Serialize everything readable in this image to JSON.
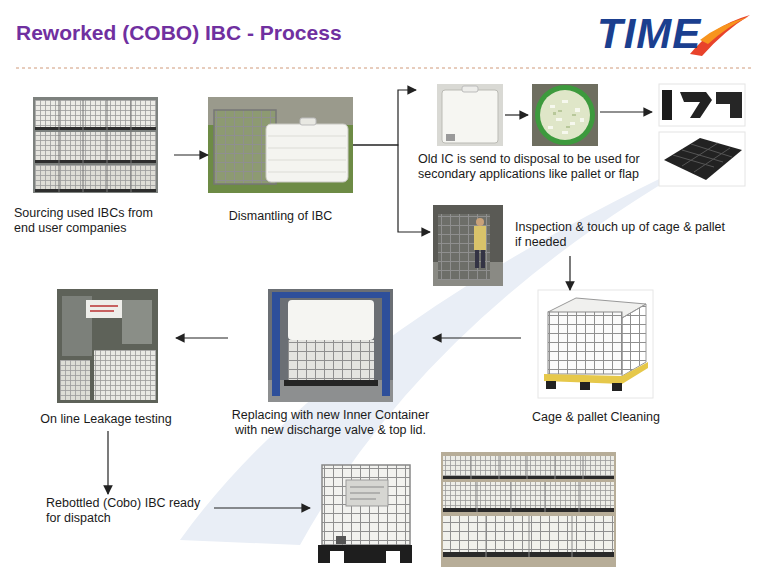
{
  "diagram": {
    "title": "Reworked (COBO) IBC - Process",
    "nodes": [
      {
        "text": [
          "Sourcing used IBCs from end user companies"
        ]
      },
      {
        "text": [
          "Dismantling of IBC"
        ]
      },
      {
        "text": [
          "Old IC is send to disposal to be used for secondary applications like pallet or flap"
        ]
      },
      {
        "text": [
          "Inspection & touch up of cage & pallet if needed"
        ]
      },
      {
        "text": [
          "Cage & pallet Cleaning"
        ]
      },
      {
        "text": [
          "Replacing with new Inner Container with new discharge valve & top lid."
        ]
      },
      {
        "text": [
          "On line Leakage testing"
        ]
      },
      {
        "text": [
          "Rebottled (Cobo) IBC ready for dispatch"
        ]
      }
    ],
    "edges": [
      {
        "from": 0,
        "to": 1,
        "arrow": "to"
      },
      {
        "from": 1,
        "to": 2,
        "arrow": "to"
      },
      {
        "from": 1,
        "to": 3,
        "arrow": "to"
      },
      {
        "from": 3,
        "to": 4,
        "arrow": "to"
      },
      {
        "from": 4,
        "to": 5,
        "arrow": "to"
      },
      {
        "from": 5,
        "to": 6,
        "arrow": "to"
      },
      {
        "from": 6,
        "to": 7,
        "arrow": "to"
      }
    ],
    "labels": [
      "TIME"
    ]
  }
}
